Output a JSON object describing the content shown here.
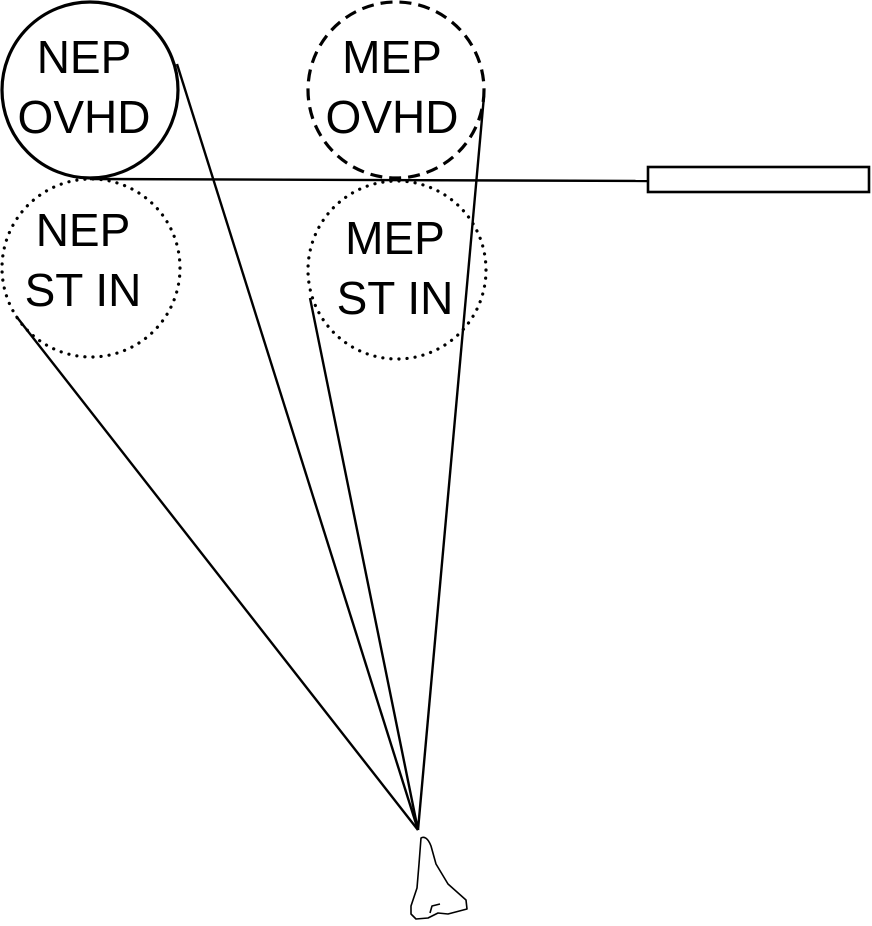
{
  "diagram": {
    "nodes": {
      "nep_ovhd": {
        "line1": "NEP",
        "line2": "OVHD",
        "border": "solid"
      },
      "mep_ovhd": {
        "line1": "MEP",
        "line2": "OVHD",
        "border": "dashed"
      },
      "nep_st_in": {
        "line1": "NEP",
        "line2": "ST IN",
        "border": "dotted"
      },
      "mep_st_in": {
        "line1": "MEP",
        "line2": "ST IN",
        "border": "dotted"
      }
    },
    "icons": [
      "space-shuttle-icon",
      "rectangle-bar"
    ],
    "colors": {
      "ink": "#000000",
      "background": "#ffffff"
    }
  }
}
